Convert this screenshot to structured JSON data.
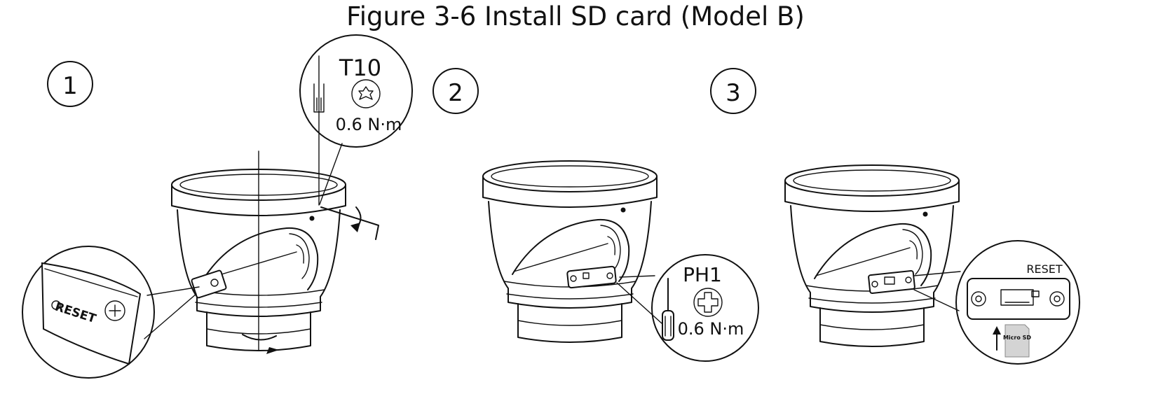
{
  "figure": {
    "title": "Figure 3-6 Install SD card (Model B)"
  },
  "steps": [
    {
      "number": "1"
    },
    {
      "number": "2"
    },
    {
      "number": "3"
    }
  ],
  "callouts": {
    "step1_tool": {
      "bit": "T10",
      "torque": "0.6 N·m"
    },
    "step1_detail": {
      "label": "RESET"
    },
    "step2_tool": {
      "bit": "PH1",
      "torque": "0.6 N·m"
    },
    "step3_detail": {
      "label": "RESET",
      "card": "Micro SD"
    }
  }
}
